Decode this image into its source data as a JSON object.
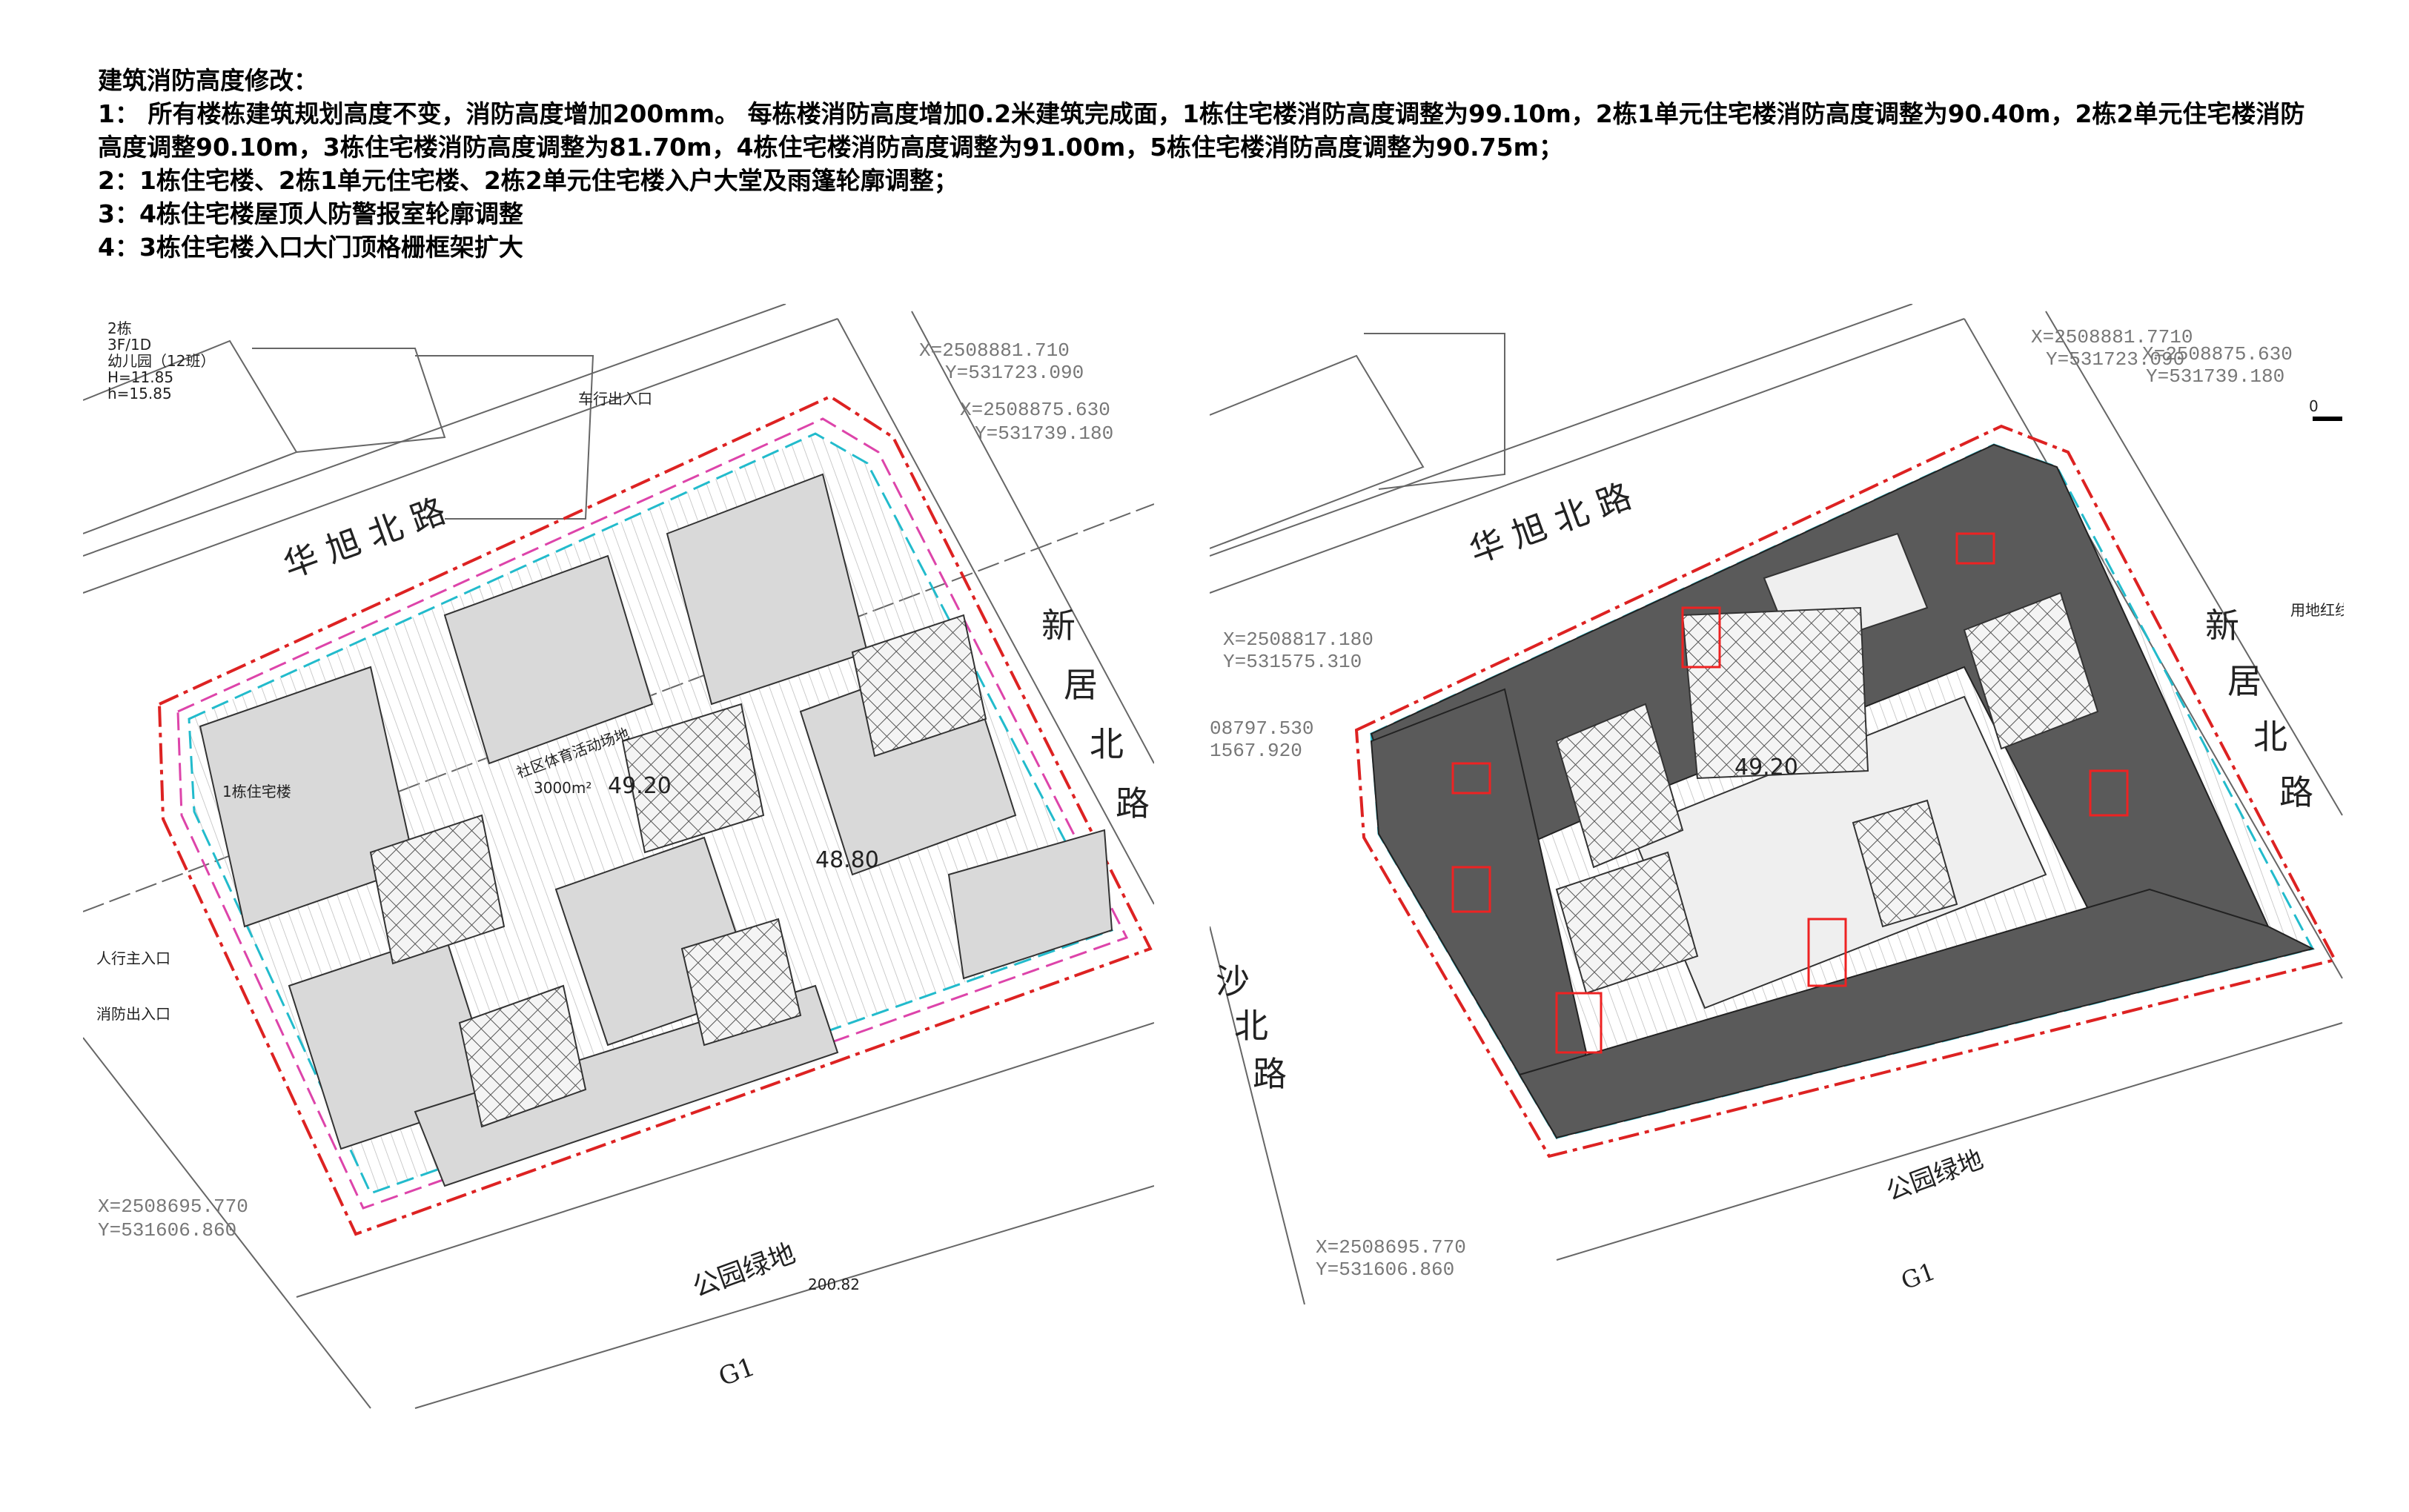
{
  "notes": {
    "title": "建筑消防高度修改：",
    "item1": "1：  所有楼栋建筑规划高度不变，消防高度增加200mm。 每栋楼消防高度增加0.2米建筑完成面，1栋住宅楼消防高度调整为99.10m，2栋1单元住宅楼消防高度调整为90.40m，2栋2单元住宅楼消防高度调整90.10m，3栋住宅楼消防高度调整为81.70m，4栋住宅楼消防高度调整为91.00m，5栋住宅楼消防高度调整为90.75m；",
    "item2": "2：1栋住宅楼、2栋1单元住宅楼、2栋2单元住宅楼入户大堂及雨篷轮廓调整；",
    "item3": "3：4栋住宅楼屋顶人防警报室轮廓调整",
    "item4": "4：3栋住宅楼入口大门顶格栅框架扩大"
  },
  "left_plan": {
    "road_north": "华 旭 北 路",
    "road_east": [
      "新",
      "居",
      "北",
      "路"
    ],
    "park": "公园绿地",
    "g1": "G1",
    "coord_ne1": [
      "X=2508881.710",
      "Y=531723.090"
    ],
    "coord_ne2": [
      "X=2508875.630",
      "Y=531739.180"
    ],
    "coord_sw": [
      "X=2508695.770",
      "Y=531606.860"
    ],
    "sports": "社区体育活动场地",
    "sports_area": "3000m²",
    "elev1": "49.20",
    "elev2": "48.80",
    "kindergarten": [
      "2栋",
      "3F/1D",
      "幼儿园（12班）",
      "H=11.85",
      "h=15.85"
    ],
    "bldg1": "1栋住宅楼",
    "entrance": "人行主入口",
    "fire_entrance": "消防出入口",
    "car_entrance": "车行出入口",
    "dim": "200.82"
  },
  "right_plan": {
    "road_north": "华 旭 北 路",
    "road_east": [
      "新",
      "居",
      "北",
      "路"
    ],
    "road_west": [
      "沙",
      "北",
      "路"
    ],
    "park": "公园绿地",
    "g1": "G1",
    "coord_ne1": [
      "X=2508881.7710",
      "Y=531723.090"
    ],
    "coord_ne2": [
      "X=2508875.630",
      "Y=531739.180"
    ],
    "coord_w": [
      "X=2508817.180",
      "Y=531575.310"
    ],
    "coord_w2": [
      "08797.530",
      "1567.920"
    ],
    "coord_sw": [
      "X=2508695.770",
      "Y=531606.860"
    ],
    "elev1": "49.20",
    "red_line": "用地红线",
    "scale_zero": "0"
  }
}
